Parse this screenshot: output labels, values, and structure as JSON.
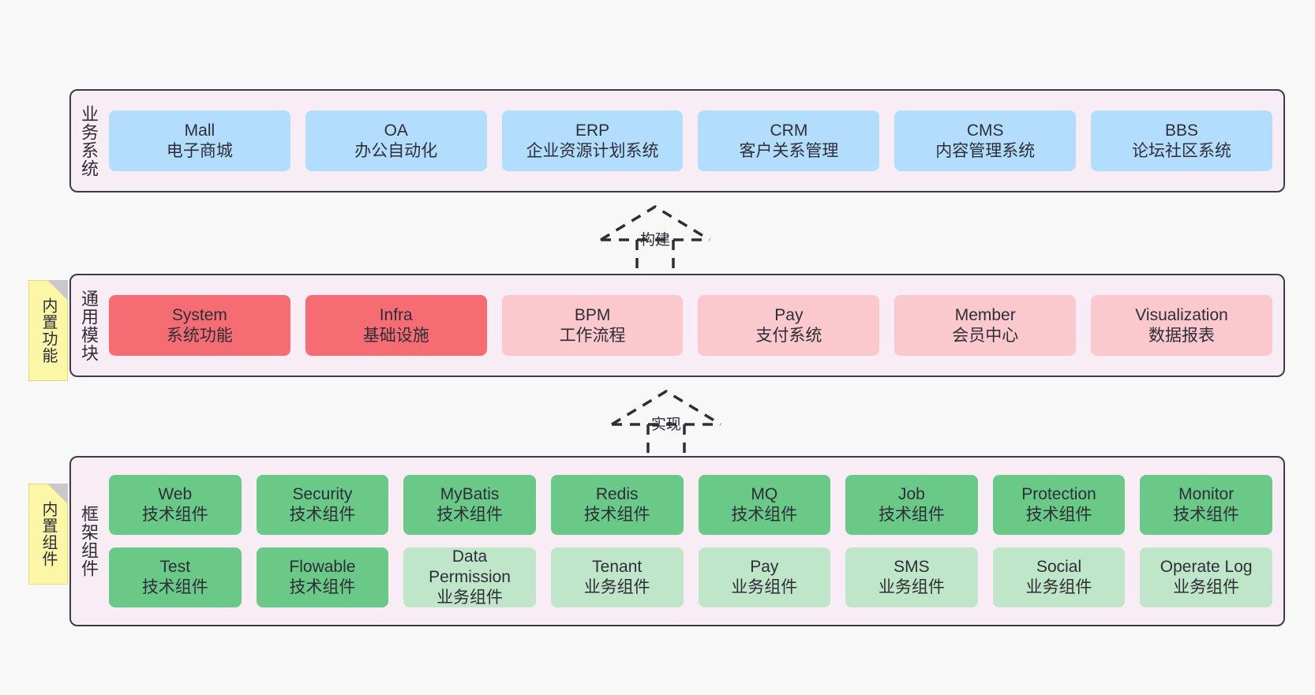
{
  "diagram": {
    "background": "#f8f8f8",
    "panel_bg": "#f8ecf5",
    "panel_border": "#3c3c45",
    "colors": {
      "blue": "#b3ddfd",
      "red": "#f56d72",
      "pink": "#fac8cd",
      "green": "#6ac987",
      "light_green": "#bfe6c9",
      "note_yellow": "#fbf7a6",
      "note_fold": "#c9c9c9"
    }
  },
  "layers": [
    {
      "id": "business-systems",
      "title": "业务系统",
      "rows": [
        [
          {
            "name": "Mall",
            "desc": "电子商城",
            "color": "blue"
          },
          {
            "name": "OA",
            "desc": "办公自动化",
            "color": "blue"
          },
          {
            "name": "ERP",
            "desc": "企业资源计划系统",
            "color": "blue"
          },
          {
            "name": "CRM",
            "desc": "客户关系管理",
            "color": "blue"
          },
          {
            "name": "CMS",
            "desc": "内容管理系统",
            "color": "blue"
          },
          {
            "name": "BBS",
            "desc": "论坛社区系统",
            "color": "blue"
          }
        ]
      ]
    },
    {
      "id": "common-modules",
      "title": "通用模块",
      "note": "内置功能",
      "rows": [
        [
          {
            "name": "System",
            "desc": "系统功能",
            "color": "red"
          },
          {
            "name": "Infra",
            "desc": "基础设施",
            "color": "red"
          },
          {
            "name": "BPM",
            "desc": "工作流程",
            "color": "pink"
          },
          {
            "name": "Pay",
            "desc": "支付系统",
            "color": "pink"
          },
          {
            "name": "Member",
            "desc": "会员中心",
            "color": "pink"
          },
          {
            "name": "Visualization",
            "desc": "数据报表",
            "color": "pink"
          }
        ]
      ]
    },
    {
      "id": "framework-components",
      "title": "框架组件",
      "note": "内置组件",
      "rows": [
        [
          {
            "name": "Web",
            "desc": "技术组件",
            "color": "green"
          },
          {
            "name": "Security",
            "desc": "技术组件",
            "color": "green"
          },
          {
            "name": "MyBatis",
            "desc": "技术组件",
            "color": "green"
          },
          {
            "name": "Redis",
            "desc": "技术组件",
            "color": "green"
          },
          {
            "name": "MQ",
            "desc": "技术组件",
            "color": "green"
          },
          {
            "name": "Job",
            "desc": "技术组件",
            "color": "green"
          },
          {
            "name": "Protection",
            "desc": "技术组件",
            "color": "green"
          },
          {
            "name": "Monitor",
            "desc": "技术组件",
            "color": "green"
          }
        ],
        [
          {
            "name": "Test",
            "desc": "技术组件",
            "color": "green"
          },
          {
            "name": "Flowable",
            "desc": "技术组件",
            "color": "green"
          },
          {
            "name": "Data Permission",
            "desc": "业务组件",
            "color": "light_green",
            "wrap": true
          },
          {
            "name": "Tenant",
            "desc": "业务组件",
            "color": "light_green"
          },
          {
            "name": "Pay",
            "desc": "业务组件",
            "color": "light_green"
          },
          {
            "name": "SMS",
            "desc": "业务组件",
            "color": "light_green"
          },
          {
            "name": "Social",
            "desc": "业务组件",
            "color": "light_green"
          },
          {
            "name": "Operate Log",
            "desc": "业务组件",
            "color": "light_green"
          }
        ]
      ]
    }
  ],
  "connectors": [
    {
      "id": "build",
      "label": "构建",
      "from": "common-modules",
      "to": "business-systems",
      "style": "dashed-generalization"
    },
    {
      "id": "implement",
      "label": "实现",
      "from": "framework-components",
      "to": "common-modules",
      "style": "dashed-generalization"
    }
  ]
}
